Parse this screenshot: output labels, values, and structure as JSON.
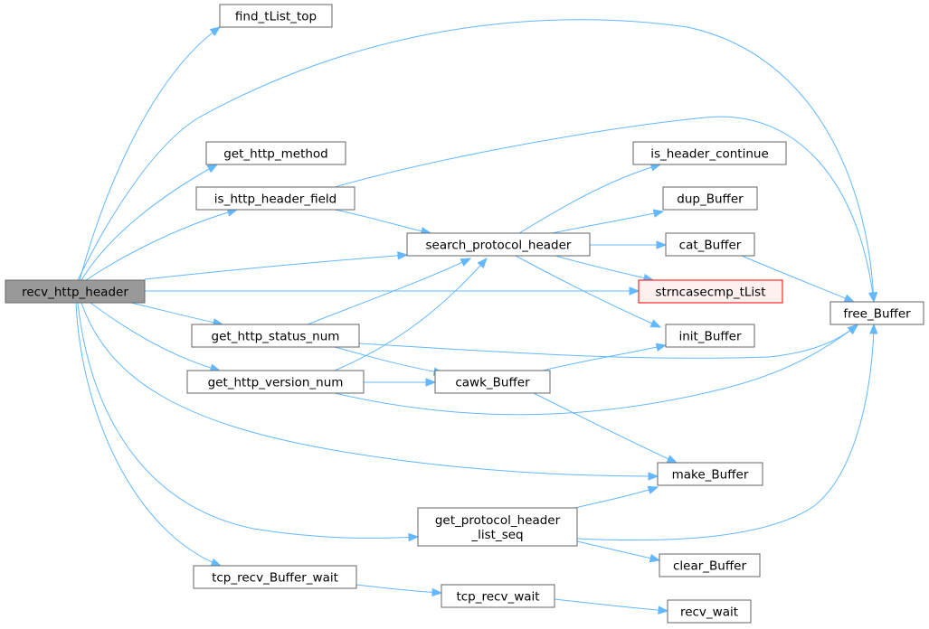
{
  "diagram": {
    "nodes": {
      "recv_http_header": {
        "lines": [
          "recv_http_header"
        ],
        "style": "root"
      },
      "find_tList_top": {
        "lines": [
          "find_tList_top"
        ]
      },
      "get_http_method": {
        "lines": [
          "get_http_method"
        ]
      },
      "is_http_header_field": {
        "lines": [
          "is_http_header_field"
        ]
      },
      "search_protocol_header": {
        "lines": [
          "search_protocol_header"
        ]
      },
      "get_http_status_num": {
        "lines": [
          "get_http_status_num"
        ]
      },
      "get_http_version_num": {
        "lines": [
          "get_http_version_num"
        ]
      },
      "cawk_Buffer": {
        "lines": [
          "cawk_Buffer"
        ]
      },
      "get_protocol_header_list_seq": {
        "lines": [
          "get_protocol_header",
          "_list_seq"
        ]
      },
      "tcp_recv_Buffer_wait": {
        "lines": [
          "tcp_recv_Buffer_wait"
        ]
      },
      "tcp_recv_wait": {
        "lines": [
          "tcp_recv_wait"
        ]
      },
      "is_header_continue": {
        "lines": [
          "is_header_continue"
        ]
      },
      "dup_Buffer": {
        "lines": [
          "dup_Buffer"
        ]
      },
      "cat_Buffer": {
        "lines": [
          "cat_Buffer"
        ]
      },
      "strncasecmp_tList": {
        "lines": [
          "strncasecmp_tList"
        ],
        "style": "highlight"
      },
      "init_Buffer": {
        "lines": [
          "init_Buffer"
        ]
      },
      "make_Buffer": {
        "lines": [
          "make_Buffer"
        ]
      },
      "clear_Buffer": {
        "lines": [
          "clear_Buffer"
        ]
      },
      "recv_wait": {
        "lines": [
          "recv_wait"
        ]
      },
      "free_Buffer": {
        "lines": [
          "free_Buffer"
        ]
      }
    },
    "edges": [
      {
        "from": "recv_http_header",
        "to": "find_tList_top"
      },
      {
        "from": "recv_http_header",
        "to": "free_Buffer"
      },
      {
        "from": "recv_http_header",
        "to": "get_http_method"
      },
      {
        "from": "recv_http_header",
        "to": "is_http_header_field"
      },
      {
        "from": "recv_http_header",
        "to": "search_protocol_header"
      },
      {
        "from": "recv_http_header",
        "to": "strncasecmp_tList"
      },
      {
        "from": "recv_http_header",
        "to": "get_http_status_num"
      },
      {
        "from": "recv_http_header",
        "to": "get_http_version_num"
      },
      {
        "from": "recv_http_header",
        "to": "make_Buffer"
      },
      {
        "from": "recv_http_header",
        "to": "get_protocol_header_list_seq"
      },
      {
        "from": "recv_http_header",
        "to": "tcp_recv_Buffer_wait"
      },
      {
        "from": "is_http_header_field",
        "to": "free_Buffer"
      },
      {
        "from": "is_http_header_field",
        "to": "search_protocol_header"
      },
      {
        "from": "search_protocol_header",
        "to": "is_header_continue"
      },
      {
        "from": "search_protocol_header",
        "to": "dup_Buffer"
      },
      {
        "from": "search_protocol_header",
        "to": "cat_Buffer"
      },
      {
        "from": "search_protocol_header",
        "to": "strncasecmp_tList"
      },
      {
        "from": "search_protocol_header",
        "to": "init_Buffer"
      },
      {
        "from": "cat_Buffer",
        "to": "free_Buffer"
      },
      {
        "from": "get_http_status_num",
        "to": "search_protocol_header"
      },
      {
        "from": "get_http_status_num",
        "to": "cawk_Buffer"
      },
      {
        "from": "get_http_status_num",
        "to": "free_Buffer"
      },
      {
        "from": "get_http_version_num",
        "to": "search_protocol_header"
      },
      {
        "from": "get_http_version_num",
        "to": "cawk_Buffer"
      },
      {
        "from": "get_http_version_num",
        "to": "free_Buffer"
      },
      {
        "from": "cawk_Buffer",
        "to": "init_Buffer"
      },
      {
        "from": "cawk_Buffer",
        "to": "make_Buffer"
      },
      {
        "from": "get_protocol_header_list_seq",
        "to": "make_Buffer"
      },
      {
        "from": "get_protocol_header_list_seq",
        "to": "free_Buffer"
      },
      {
        "from": "get_protocol_header_list_seq",
        "to": "clear_Buffer"
      },
      {
        "from": "tcp_recv_Buffer_wait",
        "to": "tcp_recv_wait"
      },
      {
        "from": "tcp_recv_wait",
        "to": "recv_wait"
      }
    ]
  }
}
